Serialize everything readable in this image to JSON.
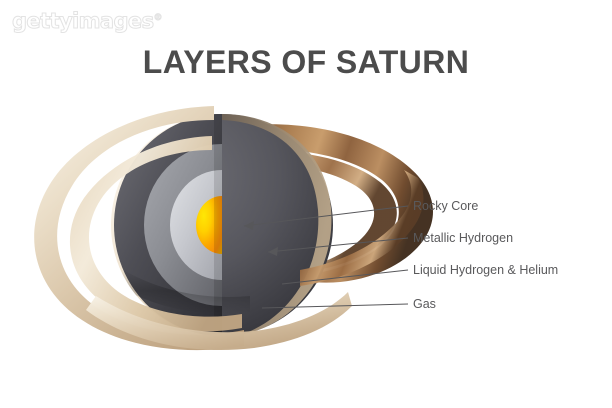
{
  "watermark": {
    "text": "gettyimages",
    "mark": "®"
  },
  "title": "LAYERS OF SATURN",
  "diagram": {
    "subject": "saturn-cutaway",
    "labels": [
      {
        "id": "rocky-core",
        "text": "Rocky Core"
      },
      {
        "id": "metallic-hydrogen",
        "text": "Metallic Hydrogen"
      },
      {
        "id": "liquid-hydrogen-helium",
        "text": "Liquid Hydrogen & Helium"
      },
      {
        "id": "gas",
        "text": "Gas"
      }
    ],
    "layers": [
      {
        "name": "Rocky Core",
        "color": "#f5a100"
      },
      {
        "name": "Metallic Hydrogen",
        "color": "#c9cbd0"
      },
      {
        "name": "Liquid Hydrogen & Helium",
        "color": "#8e9096"
      },
      {
        "name": "Gas",
        "color": "#4b4b50"
      }
    ],
    "colors": {
      "core_bright": "#ffe000",
      "core_mid": "#ffb300",
      "core_deep": "#f07c00",
      "metallic_hydrogen": "#c9cbd0",
      "liquid_hydrogen": "#8e9096",
      "gas_shell": "#4b4b50",
      "planet_lit": "#efe4d2",
      "planet_shadow": "#2a2622",
      "ring_near": "#e9dcc6",
      "ring_far": "#8a5a36",
      "leader_line": "#57575a",
      "title": "#4c4c4c",
      "label_text": "#59595b",
      "background": "#ffffff"
    }
  }
}
